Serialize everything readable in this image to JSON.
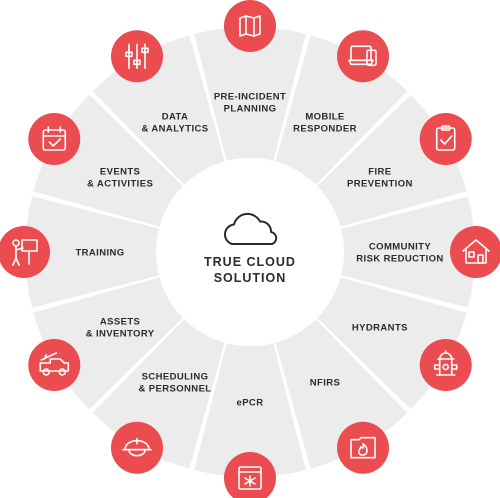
{
  "center": {
    "title_lines": [
      "TRUE CLOUD",
      "SOLUTION"
    ],
    "icon": "cloud-icon"
  },
  "colors": {
    "accent": "#ea4c4f",
    "ring_segment": "#ececec",
    "center_fill": "#ffffff",
    "text": "#2b2b2b"
  },
  "modules": [
    {
      "id": "pre-incident-planning",
      "lines": [
        "PRE-INCIDENT",
        "PLANNING"
      ],
      "icon": "map-icon"
    },
    {
      "id": "mobile-responder",
      "lines": [
        "MOBILE",
        "RESPONDER"
      ],
      "icon": "devices-icon"
    },
    {
      "id": "fire-prevention",
      "lines": [
        "FIRE",
        "PREVENTION"
      ],
      "icon": "clipboard-check-icon"
    },
    {
      "id": "community-risk-reduction",
      "lines": [
        "COMMUNITY",
        "RISK REDUCTION"
      ],
      "icon": "house-icon"
    },
    {
      "id": "hydrants",
      "lines": [
        "HYDRANTS"
      ],
      "icon": "hydrant-icon"
    },
    {
      "id": "nfirs",
      "lines": [
        "NFIRS"
      ],
      "icon": "fire-folder-icon"
    },
    {
      "id": "epcr",
      "lines": [
        "ePCR"
      ],
      "icon": "medical-star-icon"
    },
    {
      "id": "scheduling-personnel",
      "lines": [
        "SCHEDULING",
        "& PERSONNEL"
      ],
      "icon": "firefighter-helmet-icon"
    },
    {
      "id": "assets-inventory",
      "lines": [
        "ASSETS",
        "& INVENTORY"
      ],
      "icon": "fire-truck-icon"
    },
    {
      "id": "training",
      "lines": [
        "TRAINING"
      ],
      "icon": "presentation-icon"
    },
    {
      "id": "events-activities",
      "lines": [
        "EVENTS",
        "& ACTIVITIES"
      ],
      "icon": "calendar-check-icon"
    },
    {
      "id": "data-analytics",
      "lines": [
        "DATA",
        "& ANALYTICS"
      ],
      "icon": "sliders-icon"
    }
  ]
}
